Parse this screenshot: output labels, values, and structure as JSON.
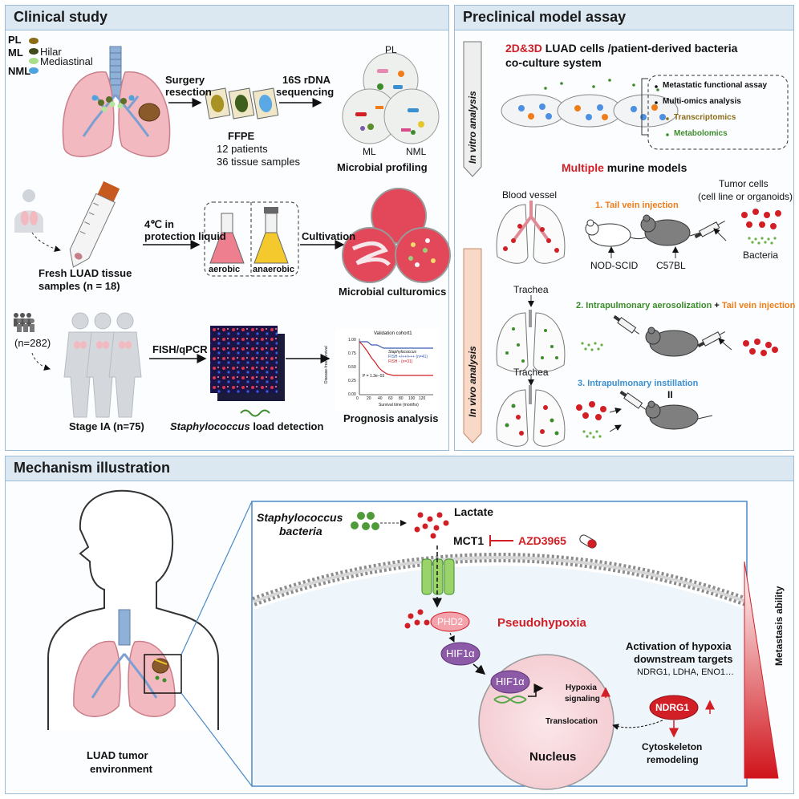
{
  "clinical": {
    "title": "Clinical study",
    "legend": {
      "pl": "PL",
      "ml": "ML",
      "hilar": "Hilar",
      "mediastinal": "Mediastinal",
      "nml": "NML"
    },
    "surgery": "Surgery",
    "resection": "resection",
    "ffpe": "FFPE",
    "patients": "12 patients",
    "samples": "36 tissue samples",
    "seq1": "16S rDNA",
    "seq2": "sequencing",
    "circ_pl": "PL",
    "circ_ml": "ML",
    "circ_nml": "NML",
    "profiling": "Microbial profiling",
    "fresh1": "Fresh LUAD tissue",
    "fresh2": "samples (n = 18)",
    "protect1": "4℃ in",
    "protect2": "protection liquid",
    "aerobic": "aerobic",
    "anaerobic": "anaerobic",
    "cultivation": "Cultivation",
    "culturomics": "Microbial culturomics",
    "n282": "(n=282)",
    "stage": "Stage IA (n=75)",
    "fish": "FISH/qPCR",
    "staph": "Staphylococcus",
    "load": " load detection",
    "prognosis": "Prognosis analysis",
    "km": {
      "title": "Validation cohort1",
      "ylabel": "Disease-free survival",
      "xlabel": "Survival time (months)",
      "legend_title": "Staphylococcus",
      "legend_pos": "FISH +/++/+++ (n=41)",
      "legend_neg": "FISH - (n=31)",
      "pval": "P = 1.3e−03",
      "xticks": [
        "0",
        "20",
        "40",
        "60",
        "80",
        "100",
        "120"
      ],
      "yticks": [
        "0.00",
        "0.25",
        "0.50",
        "0.75",
        "1.00"
      ]
    }
  },
  "preclinical": {
    "title": "Preclinical model assay",
    "invitro": "In vitro analysis",
    "invivo": "In vivo analysis",
    "coculture_red": "2D&3D",
    "coculture_rest": " LUAD cells /patient-derived bacteria",
    "coculture2": "co-culture system",
    "assay1": "Metastatic functional assay",
    "assay2": "Multi-omics analysis",
    "omics1": "Transcriptomics",
    "omics2": "Metabolomics",
    "multiple": "Multiple",
    "murine": " murine models",
    "blood_vessel": "Blood vessel",
    "model1": "1. Tail vein injection",
    "tumor1": "Tumor cells",
    "tumor2": "(cell line or organoids)",
    "nodscid": "NOD-SCID",
    "c57": "C57BL",
    "bacteria": "Bacteria",
    "trachea1": "Trachea",
    "model2a": "2. Intrapulmonary aerosolization",
    "plus": " + ",
    "model2b": "Tail vein injection",
    "trachea2": "Trachea",
    "model3": "3. Intrapulmonary instillation",
    "ii": "II"
  },
  "mechanism": {
    "title": "Mechanism illustration",
    "env1": "LUAD tumor",
    "env2": "environment",
    "staph1": "Staphylococcus",
    "staph2": "bacteria",
    "lactate": "Lactate",
    "mct1": "MCT1",
    "azd": "AZD3965",
    "phd2": "PHD2",
    "pseudo": "Pseudohypoxia",
    "hif": "HIF1α",
    "hif2": "HIF1α",
    "activation1": "Activation of hypoxia",
    "activation2": "downstream targets",
    "targets": "NDRG1, LDHA, ENO1…",
    "hyp1": "Hypoxia",
    "hyp2": "signaling",
    "ndrg1": "NDRG1",
    "translocation": "Translocation",
    "nucleus": "Nucleus",
    "cyto1": "Cytoskeleton",
    "cyto2": "remodeling",
    "metastasis": "Metastasis ability"
  },
  "colors": {
    "red": "#d21f26",
    "orange": "#ef7d1a",
    "green": "#3c8c2c",
    "blue": "#3a8fd1",
    "olive": "#8a6d16",
    "lung": "#f2b9c0"
  }
}
